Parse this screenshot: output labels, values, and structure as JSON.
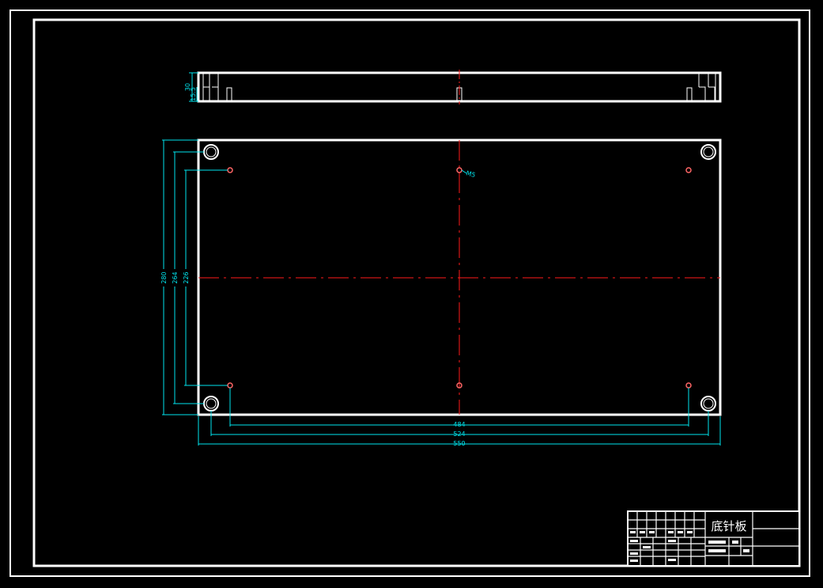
{
  "drawing": {
    "part_name": "底针板",
    "colors": {
      "background": "#000000",
      "outline": "#ffffff",
      "dimension": "#00e5ee",
      "centerline": "#ff1a1a",
      "hole_mark": "#ff6666"
    },
    "dimensions": {
      "width_outer": "550",
      "width_mid": "524",
      "width_inner": "484",
      "height_outer": "280",
      "height_mid": "264",
      "height_inner": "226",
      "thread_callout": "M5",
      "side_thickness": "30",
      "side_depth": "15.5"
    }
  }
}
